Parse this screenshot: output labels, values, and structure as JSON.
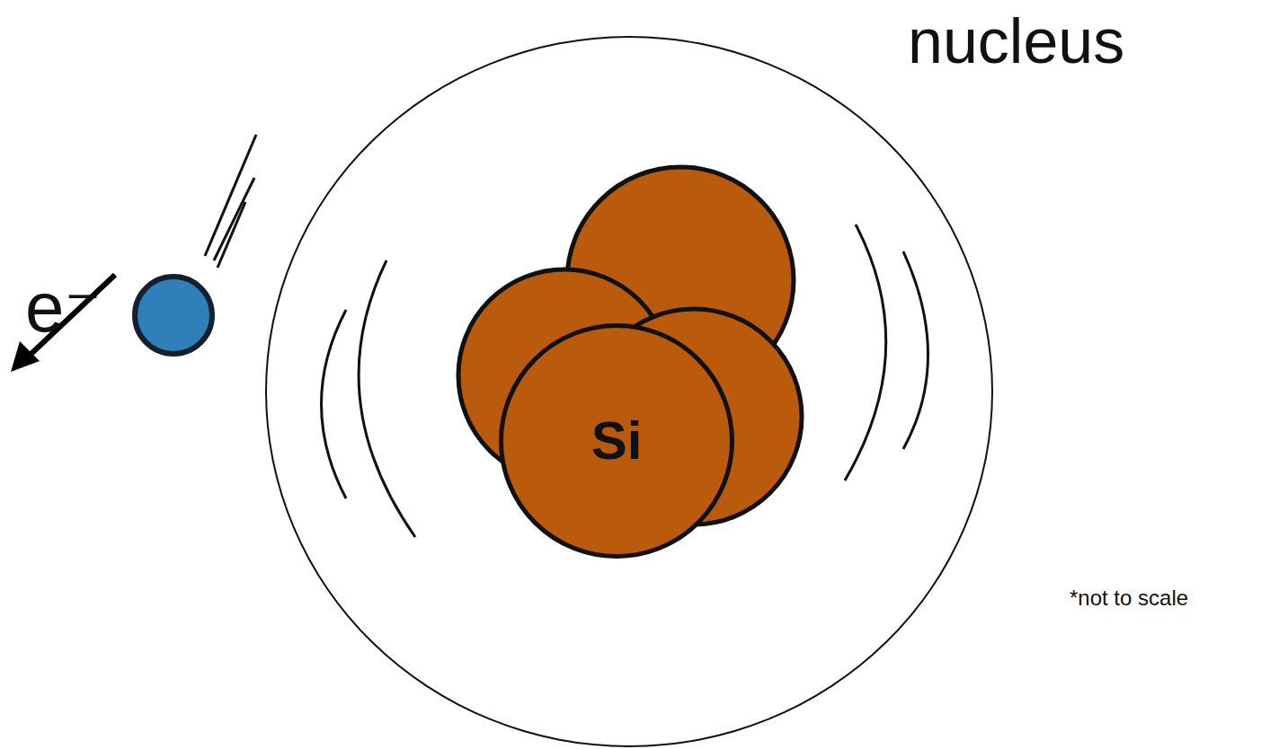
{
  "diagram": {
    "nodes": [
      {
        "text": [
          "nucleus"
        ]
      },
      {
        "text": [
          "Si"
        ],
        "in": 0
      },
      {
        "text": [
          "e⁻"
        ]
      }
    ],
    "labels": [
      "*not to scale"
    ]
  }
}
